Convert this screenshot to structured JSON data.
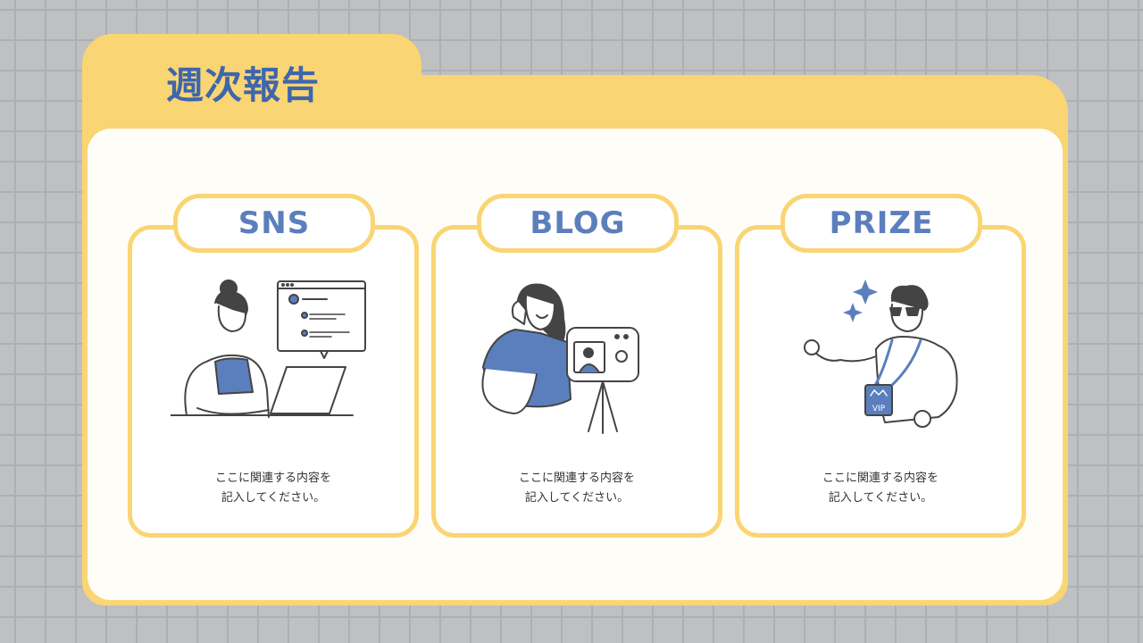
{
  "header": {
    "title": "週次報告"
  },
  "cards": [
    {
      "label": "SNS",
      "caption_line1": "ここに関連する内容を",
      "caption_line2": "記入してください。",
      "illustration": "person-laptop-social-feed-icon"
    },
    {
      "label": "BLOG",
      "caption_line1": "ここに関連する内容を",
      "caption_line2": "記入してください。",
      "illustration": "person-camera-vlog-icon"
    },
    {
      "label": "PRIZE",
      "caption_line1": "ここに関連する内容を",
      "caption_line2": "記入してください。",
      "illustration": "person-vip-badge-icon",
      "badge_text": "VIP"
    }
  ],
  "colors": {
    "accent_yellow": "#f9d573",
    "title_blue": "#3e66ad",
    "label_blue": "#5b7fbd",
    "illustration_blue": "#5b7fbd",
    "line_dark": "#444444"
  }
}
